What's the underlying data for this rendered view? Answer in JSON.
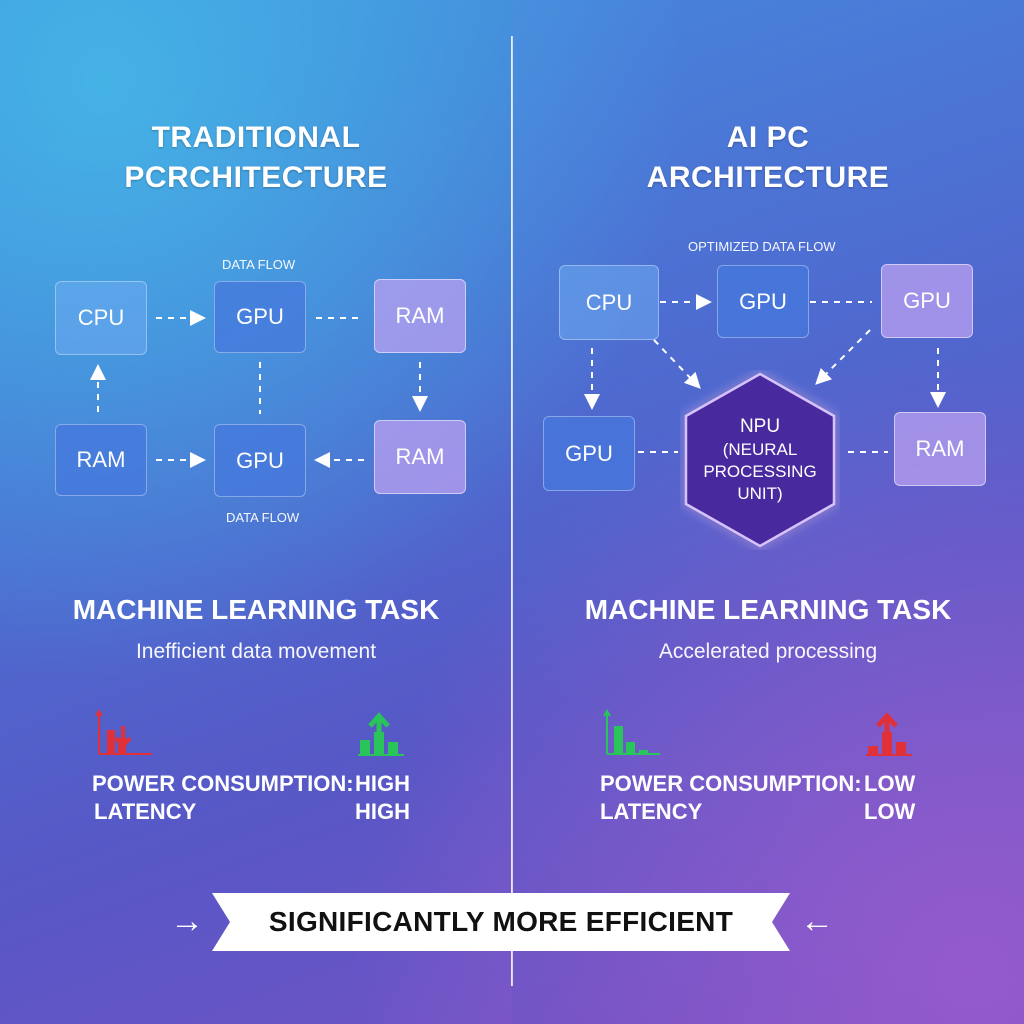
{
  "left": {
    "title_line1": "TRADITIONAL",
    "title_line2": "PCRCHITECTURE",
    "flow_label_top": "DATA FLOW",
    "flow_label_bottom": "DATA FLOW",
    "boxes": [
      "CPU",
      "GPU",
      "RAM",
      "RAM",
      "GPU",
      "RAM"
    ],
    "task_title": "MACHINE LEARNING TASK",
    "task_subtitle": "Inefficient data movement",
    "metrics": {
      "power_label": "POWER CONSUMPTION:",
      "power_value": "HIGH",
      "latency_label": "LATENCY",
      "latency_value": "HIGH"
    }
  },
  "right": {
    "title_line1": "AI PC",
    "title_line2": "ARCHITECTURE",
    "flow_label": "OPTIMIZED DATA FLOW",
    "boxes": [
      "CPU",
      "GPU",
      "GPU",
      "GPU",
      "RAM"
    ],
    "npu": {
      "line1": "NPU",
      "line2": "(NEURAL",
      "line3": "PROCESSING",
      "line4": "UNIT)"
    },
    "task_title": "MACHINE LEARNING TASK",
    "task_subtitle": "Accelerated processing",
    "metrics": {
      "power_label": "POWER CONSUMPTION:",
      "power_value": "LOW",
      "latency_label": "LATENCY",
      "latency_value": "LOW"
    }
  },
  "banner": {
    "text": "SIGNIFICANTLY MORE EFFICIENT",
    "left_arrow": "→",
    "right_arrow": "←"
  },
  "icons": {
    "chart_down_red": "#e0303a",
    "chart_up_green": "#29c45a",
    "npu_fill": "#4a2a9e"
  }
}
